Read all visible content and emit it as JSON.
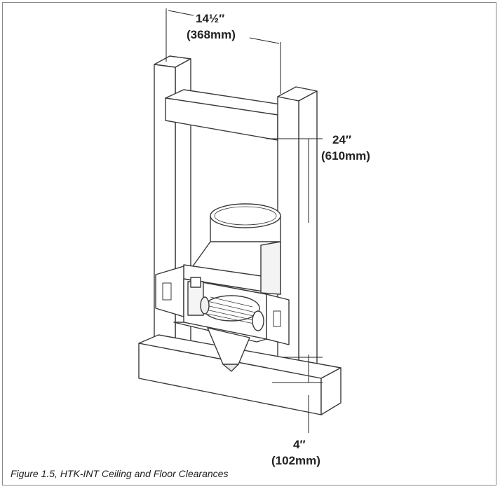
{
  "figure": {
    "caption": "Figure 1.5, HTK-INT Ceiling and Floor Clearances"
  },
  "dimensions": {
    "width_in": "14½″",
    "width_mm": "(368mm)",
    "upper_in": "24″",
    "upper_mm": "(610mm)",
    "lower_in": "4″",
    "lower_mm": "(102mm)"
  },
  "colors": {
    "line": "#3a3a3a",
    "frame_border": "#8a8a8a"
  }
}
